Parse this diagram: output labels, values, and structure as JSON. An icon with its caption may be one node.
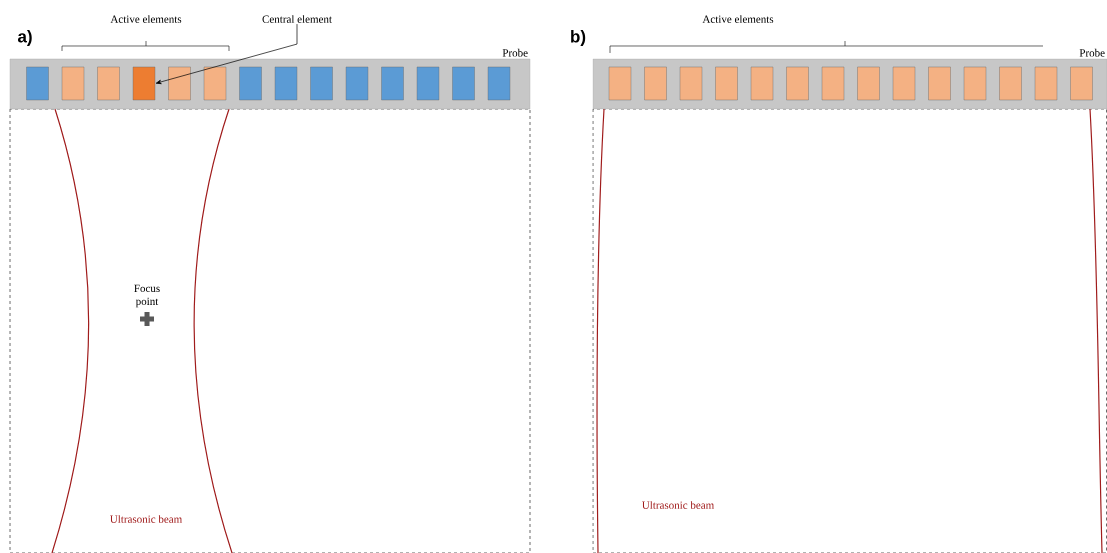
{
  "diagram": {
    "nodes": [
      {
        "text": [
          "Probe"
        ]
      },
      {
        "text": [],
        "shape": "box",
        "in": 0
      },
      {
        "text": [],
        "shape": "box",
        "in": 0
      },
      {
        "text": [],
        "shape": "box",
        "in": 0
      },
      {
        "text": [],
        "shape": "box",
        "in": 0
      },
      {
        "text": [],
        "shape": "box",
        "in": 0
      },
      {
        "text": [],
        "shape": "box",
        "in": 0
      },
      {
        "text": [],
        "shape": "box",
        "in": 0
      },
      {
        "text": [],
        "shape": "box",
        "in": 0
      },
      {
        "text": [],
        "shape": "box",
        "in": 0
      },
      {
        "text": [],
        "shape": "box",
        "in": 0
      },
      {
        "text": [],
        "shape": "box",
        "in": 0
      },
      {
        "text": [],
        "shape": "box",
        "in": 0
      },
      {
        "text": [],
        "shape": "box",
        "in": 0
      },
      {
        "text": [],
        "shape": "box",
        "in": 0
      },
      {
        "text": [
          "Central element"
        ]
      },
      {
        "text": [
          "Probe"
        ]
      },
      {
        "text": [],
        "shape": "box",
        "in": 16
      },
      {
        "text": [],
        "shape": "box",
        "in": 16
      },
      {
        "text": [],
        "shape": "box",
        "in": 16
      },
      {
        "text": [],
        "shape": "box",
        "in": 16
      },
      {
        "text": [],
        "shape": "box",
        "in": 16
      },
      {
        "text": [],
        "shape": "box",
        "in": 16
      },
      {
        "text": [],
        "shape": "box",
        "in": 16
      },
      {
        "text": [],
        "shape": "box",
        "in": 16
      },
      {
        "text": [],
        "shape": "box",
        "in": 16
      },
      {
        "text": [],
        "shape": "box",
        "in": 16
      },
      {
        "text": [],
        "shape": "box",
        "in": 16
      },
      {
        "text": [],
        "shape": "box",
        "in": 16
      },
      {
        "text": [],
        "shape": "box",
        "in": 16
      },
      {
        "text": [],
        "shape": "box",
        "in": 16
      }
    ],
    "edges": [
      {
        "from": 15,
        "to": 4,
        "arrow": "to"
      }
    ],
    "labels": [
      "a)",
      "Active elements",
      "Focus point",
      "Ultrasonic beam",
      "b)",
      "Active elements",
      "Ultrasonic beam"
    ]
  }
}
